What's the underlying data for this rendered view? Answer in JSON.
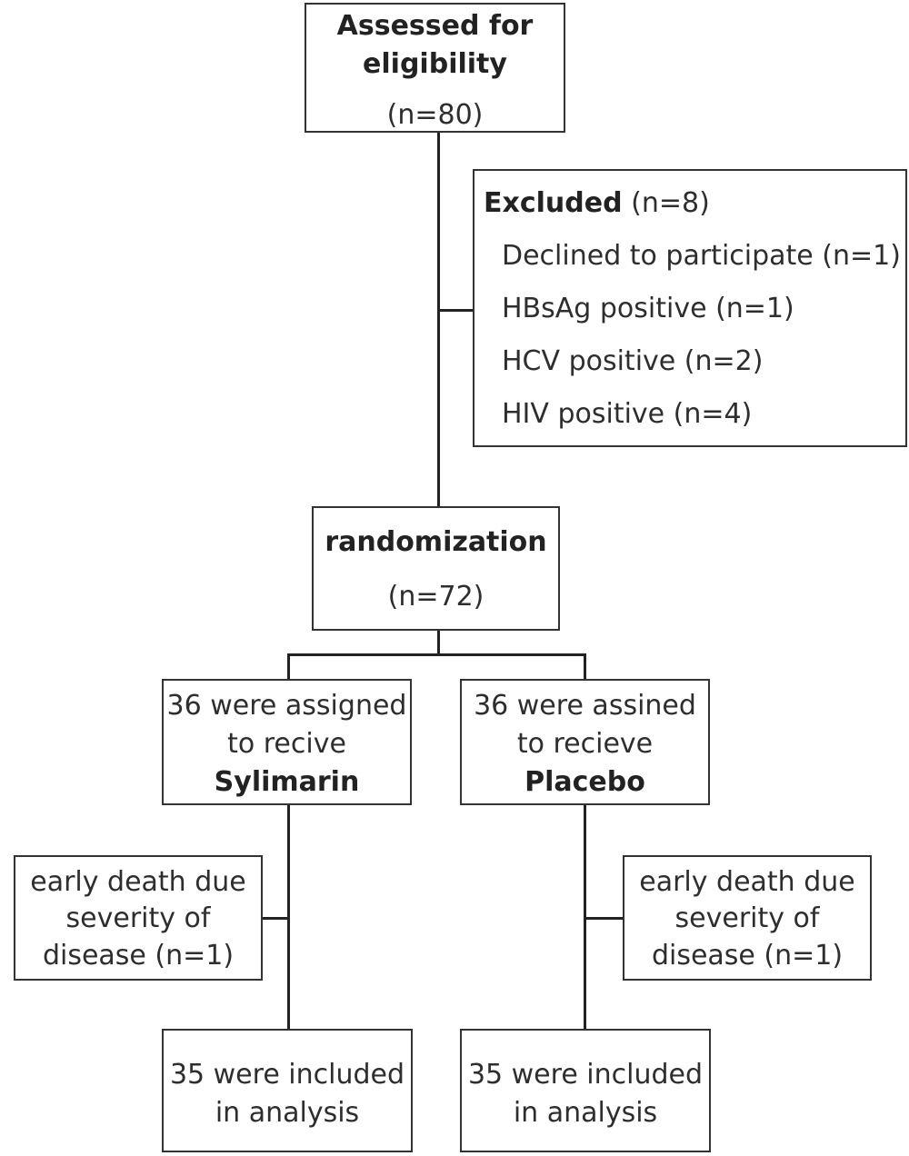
{
  "assessed": {
    "line1": "Assessed for",
    "line2": "eligibility",
    "count": "(n=80)"
  },
  "excluded": {
    "title": "Excluded",
    "count": "(n=8)",
    "reasons": [
      "Declined to participate (n=1)",
      "HBsAg positive (n=1)",
      "HCV positive (n=2)",
      "HIV positive (n=4)"
    ]
  },
  "randomization": {
    "label": "randomization",
    "count": "(n=72)"
  },
  "arms": [
    {
      "assign_line1": "36 were assigned",
      "assign_line2": "to recive",
      "treatment": "Sylimarin",
      "loss_line1": "early death due",
      "loss_line2": "severity of",
      "loss_line3": "disease (n=1)",
      "analysis_line1": "35 were included",
      "analysis_line2": "in analysis"
    },
    {
      "assign_line1": "36 were assined",
      "assign_line2": "to recieve",
      "treatment": "Placebo",
      "loss_line1": "early death due",
      "loss_line2": "severity of",
      "loss_line3": "disease (n=1)",
      "analysis_line1": "35 were included",
      "analysis_line2": "in analysis"
    }
  ]
}
